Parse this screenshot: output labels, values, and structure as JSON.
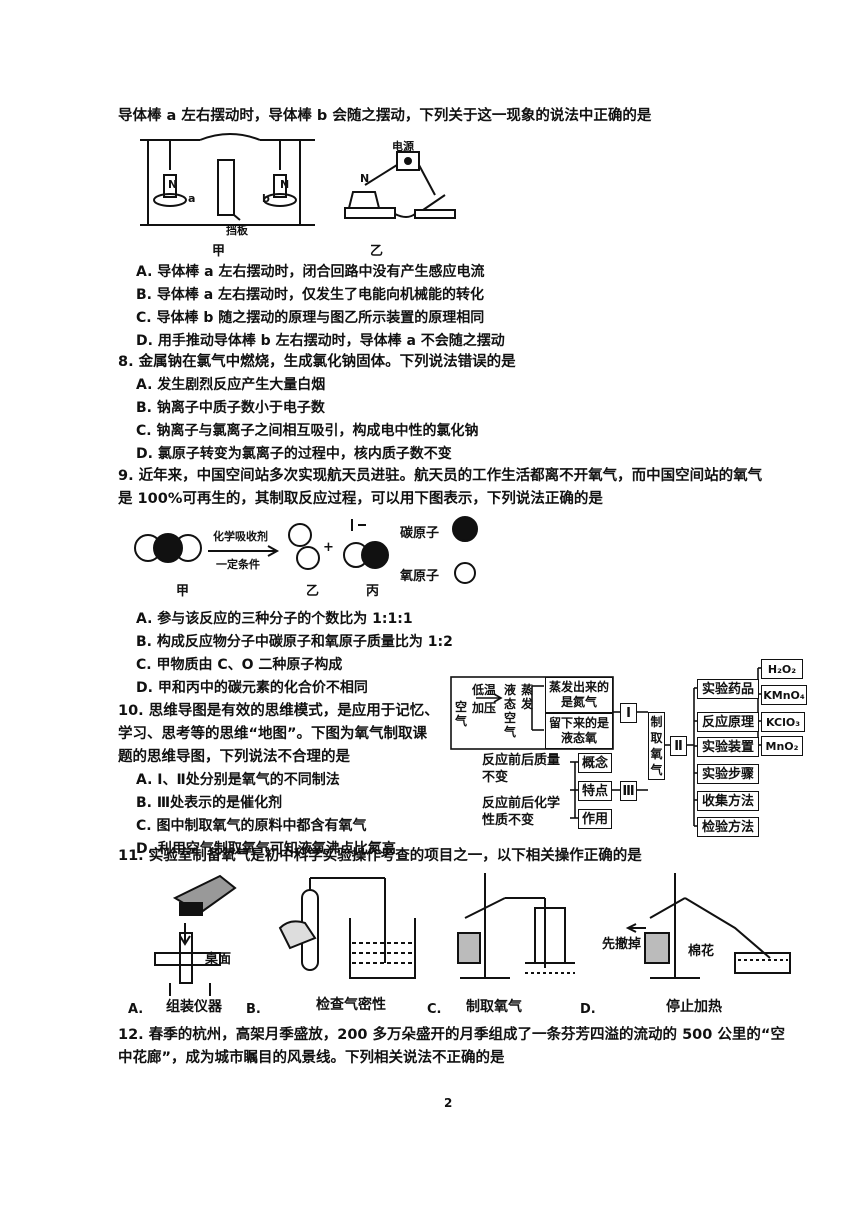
{
  "q7": {
    "stem_tail": "导体棒 a 左右摆动时，导体棒 b 会随之摆动，下列关于这一现象的说法中正确的是",
    "fig_labels": {
      "jia": "甲",
      "yi": "乙",
      "dangban": "挡板",
      "dianyuan": "电源",
      "n1": "N",
      "n2": "N",
      "n3": "N",
      "a": "a",
      "b": "b"
    },
    "options": [
      "A. 导体棒 a 左右摆动时，闭合回路中没有产生感应电流",
      "B. 导体棒 a 左右摆动时，仅发生了电能向机械能的转化",
      "C. 导体棒 b 随之摆动的原理与图乙所示装置的原理相同",
      "D. 用手推动导体棒 b 左右摆动时，导体棒 a 不会随之摆动"
    ]
  },
  "q8": {
    "stem": "8. 金属钠在氯气中燃烧，生成氯化钠固体。下列说法错误的是",
    "options": [
      "A. 发生剧烈反应产生大量白烟",
      "B. 钠离子中质子数小于电子数",
      "C. 钠离子与氯离子之间相互吸引，构成电中性的氯化钠",
      "D. 氯原子转变为氯离子的过程中，核内质子数不变"
    ]
  },
  "q9": {
    "stem1": "9. 近年来，中国空间站多次实现航天员进驻。航天员的工作生活都离不开氧气，而中国空间站的氧气",
    "stem2": "是 100%可再生的，其制取反应过程，可以用下图表示，下列说法正确的是",
    "fig": {
      "top": "化学吸收剂",
      "bottom": "一定条件",
      "plus": "+",
      "jia": "甲",
      "yi": "乙",
      "bing": "丙",
      "carbon": "碳原子",
      "oxygen": "氧原子"
    },
    "options": [
      "A. 参与该反应的三种分子的个数比为 1:1:1",
      "B. 构成反应物分子中碳原子和氧原子质量比为 1:2",
      "C. 甲物质由 C、O 二种原子构成",
      "D. 甲和丙中的碳元素的化合价不相同"
    ]
  },
  "q10": {
    "stem1": "10. 思维导图是有效的思维模式，是应用于记忆、",
    "stem2": "学习、思考等的思维“地图”。下图为氧气制取课",
    "stem3": "题的思维导图，下列说法不合理的是",
    "options": [
      "A. Ⅰ、Ⅱ处分别是氧气的不同制法",
      "B. Ⅲ处表示的是催化剂",
      "C. 图中制取氧气的原料中都含有氧气",
      "D. 利用空气制取氧气可知液氧沸点比氮高"
    ]
  },
  "mindmap": {
    "air": "空气",
    "low_temp": "低温",
    "pressurize": "加压",
    "liquid_air": "液态空气",
    "evaporate": "蒸发",
    "out_n2": "蒸发出来的是氮气",
    "left_o2": "留下来的是液态氧",
    "roman1": "Ⅰ",
    "roman2": "Ⅱ",
    "roman3": "Ⅲ",
    "center": "制取氧气",
    "right_items": [
      "实验药品",
      "反应原理",
      "实验装置",
      "实验步骤",
      "收集方法",
      "检验方法"
    ],
    "chemicals": [
      "H₂O₂",
      "KMnO₄",
      "KClO₃",
      "MnO₂"
    ],
    "mass": "反应前后质量不变",
    "chem_prop": "反应前后化学性质不变",
    "concept": "概念",
    "feature": "特点",
    "role": "作用"
  },
  "q11": {
    "stem": "11. 实验室制备氧气是初中科学实验操作考查的项目之一，以下相关操作正确的是",
    "labels": {
      "a": "A.",
      "a_text": "组装仪器",
      "desk": "桌面",
      "b": "B.",
      "b_text": "检查气密性",
      "c": "C.",
      "c_text": "制取氧气",
      "d": "D.",
      "d_text": "停止加热",
      "remove_first": "先撤掉",
      "cotton": "棉花"
    }
  },
  "q12": {
    "stem1": "12. 春季的杭州，高架月季盛放，200 多万朵盛开的月季组成了一条芬芳四溢的流动的 500 公里的“空",
    "stem2": "中花廊”，成为城市瞩目的风景线。下列相关说法不正确的是"
  },
  "page_number": "2"
}
